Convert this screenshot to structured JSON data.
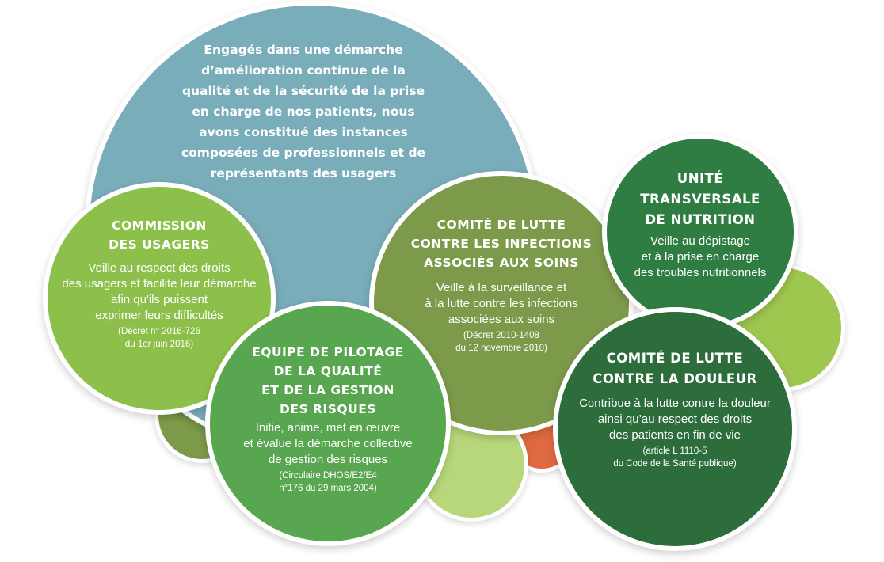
{
  "colors": {
    "blue": "#79adb9",
    "light_green": "#8dc04b",
    "olive": "#7d9a4a",
    "mid_green": "#59a650",
    "dark_green": "#2d6d3b",
    "forest": "#2f7d43",
    "orange": "#e06a3f",
    "lime": "#9ec74f",
    "pale_lime": "#b8d77a",
    "white": "#ffffff"
  },
  "intro": {
    "text": "Engagés dans une démarche\nd’amélioration continue de la\nqualité et de la sécurité de la prise\nen charge de nos patients, nous\navons constitué des instances\ncomposées de professionnels et de\nreprésentants des usagers"
  },
  "commission": {
    "title": "COMMISSION\nDES USAGERS",
    "desc": "Veille au respect des droits\ndes usagers et facilite leur démarche\nafin qu'ils puissent\nexprimer leurs difficultés",
    "ref": "(Décret n° 2016-726\ndu 1er juin 2016)"
  },
  "clin": {
    "title": "COMITÉ DE LUTTE\nCONTRE LES INFECTIONS\nASSOCIÉS AUX SOINS",
    "desc": "Veille à la surveillance et\nà la lutte contre les infections\nassociées aux soins",
    "ref": "(Décret 2010-1408\ndu 12 novembre 2010)"
  },
  "nutrition": {
    "title": "UNITÉ\nTRANSVERSALE\nDE NUTRITION",
    "desc": "Veille au dépistage\net à la prise en charge\ndes troubles nutritionnels"
  },
  "equipe": {
    "title": "EQUIPE DE PILOTAGE\nDE LA QUALITÉ\nET DE LA GESTION\nDES RISQUES",
    "desc": "Initie, anime, met en œuvre\net évalue la démarche collective\nde gestion des risques",
    "ref": "(Circulaire DHOS/E2/E4\nn°176 du 29 mars 2004)"
  },
  "douleur": {
    "title": "COMITÉ DE LUTTE\nCONTRE LA DOULEUR",
    "desc": "Contribue à la lutte contre la douleur\nainsi qu’au respect des droits\ndes patients en fin de vie",
    "ref": "(article L 1110-5\ndu Code de la Santé publique)"
  }
}
